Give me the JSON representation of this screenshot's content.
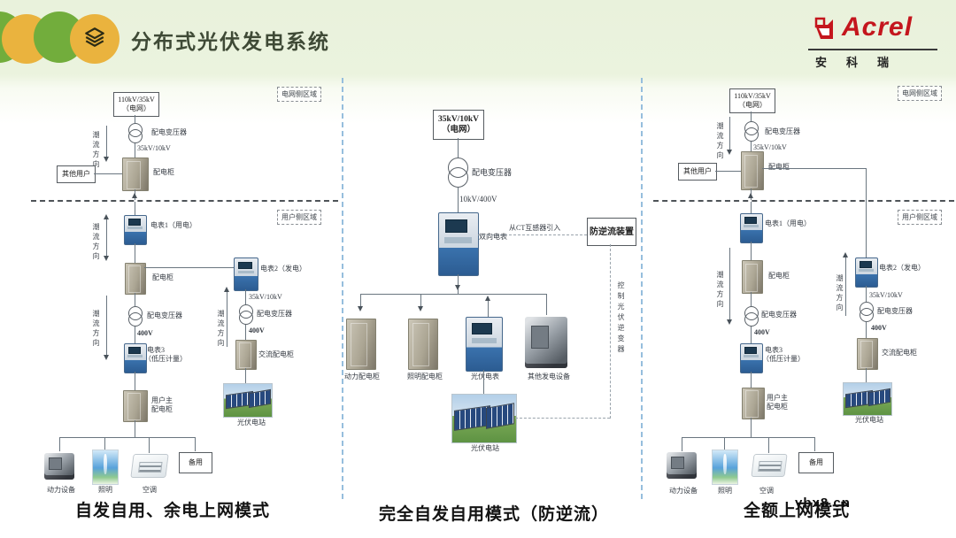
{
  "header": {
    "title": "分布式光伏发电系统",
    "logo": {
      "brand": "Acrel",
      "brand_cn": "安科瑞"
    }
  },
  "labels": {
    "grid_region": "电网侧区域",
    "user_region": "用户侧区域",
    "grid110_1": "110kV/35kV",
    "grid110_2": "（电网）",
    "grid35_1": "35kV/10kV",
    "grid35_2": "（电网）",
    "transformer": "配电变压器",
    "v35_10": "35kV/10kV",
    "v10_400": "10kV/400V",
    "v400": "400V",
    "flow": "潮流方向",
    "other_users": "其他用户",
    "dist_cabinet": "配电柜",
    "meter1": "电表1（用电）",
    "meter2": "电表2（发电）",
    "meter3_1": "电表3",
    "meter3_2": "（低压计量）",
    "user_main_1": "用户主",
    "user_main_2": "配电柜",
    "ac_cabinet": "交流配电柜",
    "pv_station": "光伏电站",
    "power_eq": "动力设备",
    "lighting": "照明",
    "ac_unit": "空调",
    "spare": "备用",
    "bi_meter": "双向电表",
    "ct_in": "从CT互感器引入",
    "anti_reverse": "防逆流装置",
    "ctrl_inverter": "控制光伏逆变器",
    "power_cab": "动力配电柜",
    "light_cab": "照明配电柜",
    "pv_meter": "光伏电表",
    "other_gen": "其他发电设备"
  },
  "panels": [
    {
      "caption": "自发自用、余电上网模式"
    },
    {
      "caption": "完全自发自用模式（防逆流）"
    },
    {
      "caption": "全额上网模式"
    }
  ],
  "watermark": "ybx8.cn",
  "colors": {
    "accent_green": "#72ad3c",
    "accent_yellow": "#eab33e",
    "brand_red": "#c4161d",
    "divider_blue": "#96bedd"
  }
}
